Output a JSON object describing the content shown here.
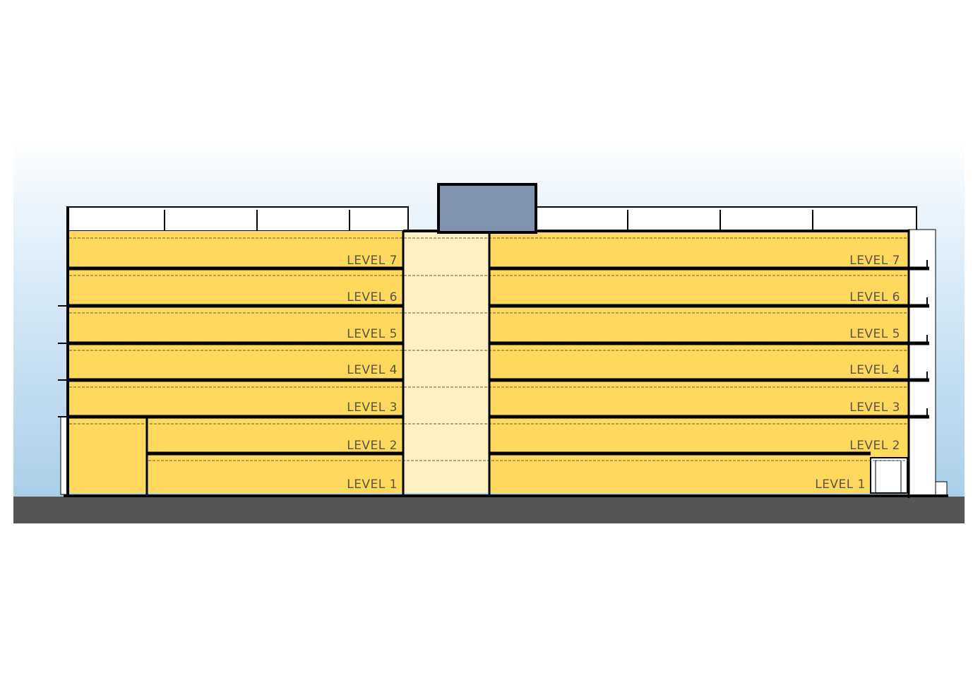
{
  "title": "Building Section",
  "colors": {
    "sky_top": "#ffffff",
    "sky_bottom": "#a9cfe9",
    "ground": "#555555",
    "floor_fill": "#ffd95e",
    "core_fill": "#fff1c4",
    "penthouse_fill": "#7f93ae",
    "slab": "#000000"
  },
  "levels_left": [
    {
      "label": "LEVEL 7"
    },
    {
      "label": "LEVEL 6"
    },
    {
      "label": "LEVEL 5"
    },
    {
      "label": "LEVEL 4"
    },
    {
      "label": "LEVEL 3"
    },
    {
      "label": "LEVEL 2"
    },
    {
      "label": "LEVEL 1"
    }
  ],
  "levels_right": [
    {
      "label": "LEVEL 7"
    },
    {
      "label": "LEVEL 6"
    },
    {
      "label": "LEVEL 5"
    },
    {
      "label": "LEVEL 4"
    },
    {
      "label": "LEVEL 3"
    },
    {
      "label": "LEVEL 2"
    },
    {
      "label": "LEVEL 1"
    }
  ]
}
